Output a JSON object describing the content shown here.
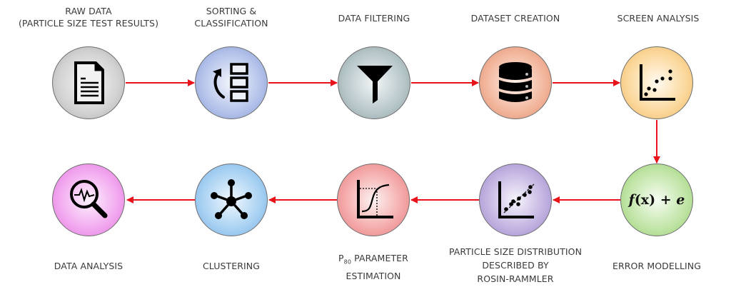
{
  "diagram": {
    "type": "process-flow",
    "arrow_color": "#e8141b",
    "nodes": [
      {
        "id": "raw-data",
        "label_line1": "RAW DATA",
        "label_line2": "(PARTICLE SIZE TEST RESULTS)",
        "icon": "document-icon",
        "color": "#c8c8c8"
      },
      {
        "id": "sorting",
        "label_line1": "SORTING &",
        "label_line2": "CLASSIFICATION",
        "icon": "sort-list-icon",
        "color": "#9fb1e0"
      },
      {
        "id": "filtering",
        "label_line1": "DATA FILTERING",
        "icon": "funnel-icon",
        "color": "#a9bcc0"
      },
      {
        "id": "dataset",
        "label_line1": "DATASET CREATION",
        "icon": "database-icon",
        "color": "#f0a98c"
      },
      {
        "id": "screen",
        "label_line1": "SCREEN ANALYSIS",
        "icon": "scatter-plot-icon",
        "color": "#f8cf8a"
      },
      {
        "id": "error",
        "label_line1": "ERROR MODELLING",
        "icon": "formula-icon",
        "formula_f": "f",
        "formula_rest": "(x) + ",
        "formula_e": "e",
        "color": "#b4df98"
      },
      {
        "id": "psd",
        "label_line1": "PARTICLE SIZE DISTRIBUTION",
        "label_line2": "DESCRIBED BY",
        "label_line3": "ROSIN-RAMMLER",
        "icon": "regression-plot-icon",
        "color": "#b6a4d8"
      },
      {
        "id": "p80",
        "label_prefix": "P",
        "label_sub": "80",
        "label_line1": " PARAMETER",
        "label_line2": "ESTIMATION",
        "icon": "s-curve-icon",
        "color": "#f39a9a"
      },
      {
        "id": "clustering",
        "label_line1": "CLUSTERING",
        "icon": "network-hub-icon",
        "color": "#92c6ef"
      },
      {
        "id": "analysis",
        "label_line1": "DATA ANALYSIS",
        "icon": "magnifier-pulse-icon",
        "color": "#ee90ea"
      }
    ],
    "edges": [
      [
        "raw-data",
        "sorting"
      ],
      [
        "sorting",
        "filtering"
      ],
      [
        "filtering",
        "dataset"
      ],
      [
        "dataset",
        "screen"
      ],
      [
        "screen",
        "error"
      ],
      [
        "error",
        "psd"
      ],
      [
        "psd",
        "p80"
      ],
      [
        "p80",
        "clustering"
      ],
      [
        "clustering",
        "analysis"
      ]
    ]
  }
}
